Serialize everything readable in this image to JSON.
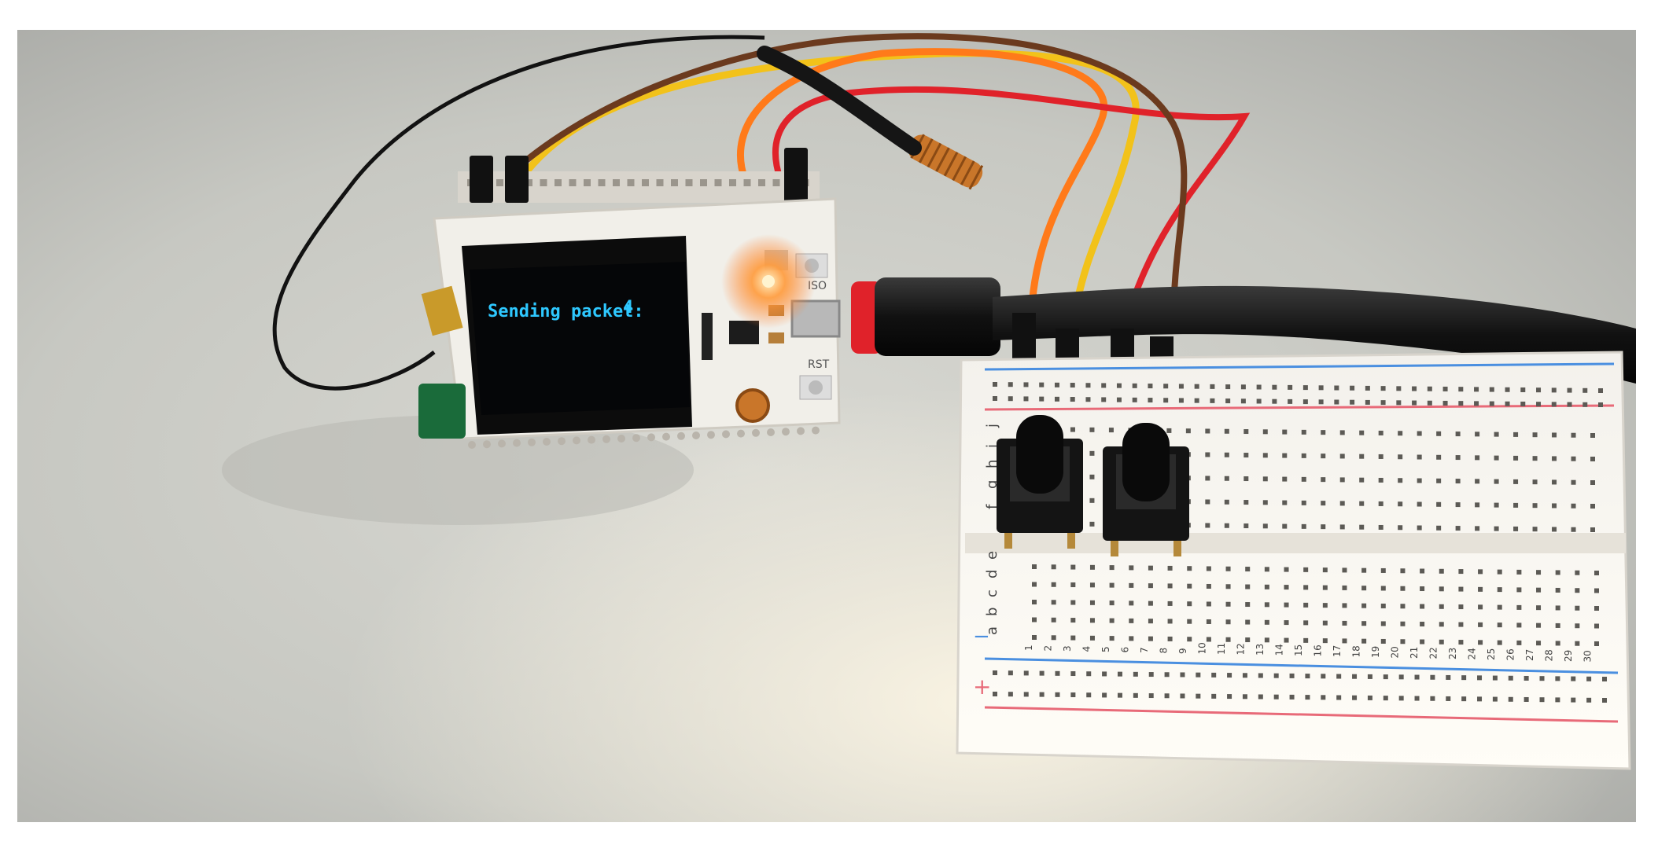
{
  "scene": {
    "description_type": "photograph",
    "subject_icons": [
      "lora-dev-board-icon",
      "breadboard-icon",
      "push-button-icon",
      "antenna-icon",
      "usb-cable-icon"
    ]
  },
  "oled": {
    "message": "Sending packet:",
    "counter": "4"
  },
  "board": {
    "silk_iso": "ISO",
    "silk_rst": "RST"
  },
  "breadboard": {
    "row_letters_top": [
      "f",
      "g",
      "h",
      "i",
      "j"
    ],
    "row_letters_bottom": [
      "a",
      "b",
      "c",
      "d",
      "e"
    ],
    "column_numbers": [
      "1",
      "2",
      "3",
      "4",
      "5",
      "6",
      "7",
      "8",
      "9",
      "10",
      "11",
      "12",
      "13",
      "14",
      "15",
      "16",
      "17",
      "18",
      "19",
      "20",
      "21",
      "22",
      "23",
      "24",
      "25",
      "26",
      "27",
      "28",
      "29",
      "30"
    ],
    "rail_plus": "+",
    "rail_minus": "−"
  },
  "colors": {
    "wire_yellow": "#f2c21a",
    "wire_orange": "#ff7a1a",
    "wire_red": "#e0222a",
    "wire_brown": "#6b3a1e",
    "wire_black": "#101010",
    "oled_text": "#2ec8ff",
    "led_glow": "#ff7a2a",
    "rail_red": "#e86a78",
    "rail_blue": "#4a8fe0"
  }
}
